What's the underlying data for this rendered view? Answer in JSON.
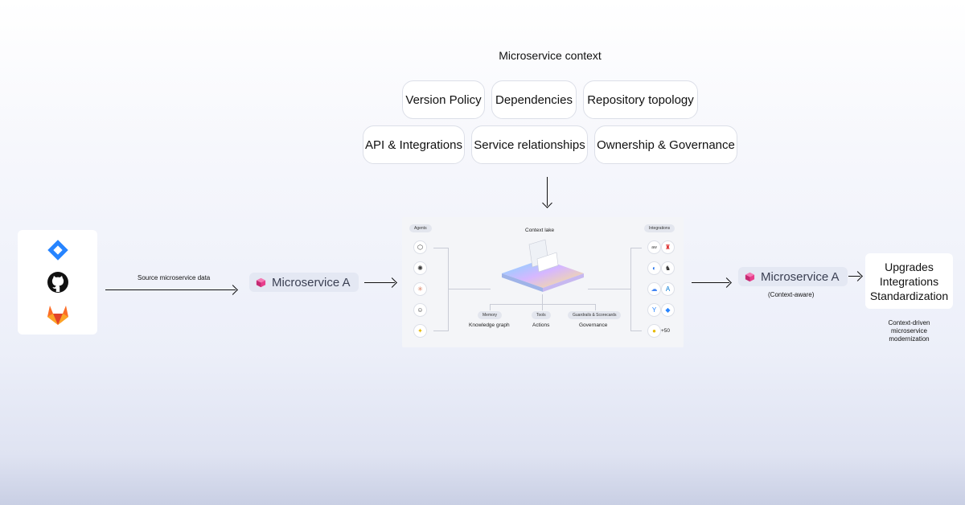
{
  "context": {
    "title": "Microservice context",
    "chips_row1": [
      "Version Policy",
      "Dependencies",
      "Repository topology"
    ],
    "chips_row2": [
      "API & Integrations",
      "Service relationships",
      "Ownership & Governance"
    ]
  },
  "sources": {
    "logos": [
      "jira-icon",
      "github-icon",
      "gitlab-icon"
    ],
    "arrow_label": "Source microservice data"
  },
  "microservice_in": {
    "label": "Microservice A",
    "icon": "cube-icon"
  },
  "context_lake": {
    "title": "Context lake",
    "agents_label": "Agents",
    "integrations_label": "Integrations",
    "integrations_more": "+50",
    "pillars": [
      {
        "tag": "Memory",
        "label": "Knowledge graph"
      },
      {
        "tag": "Tools",
        "label": "Actions"
      },
      {
        "tag": "Guardrails & Scorecards",
        "label": "Governance"
      }
    ]
  },
  "microservice_out": {
    "label": "Microservice A",
    "caption": "(Context-aware)",
    "icon": "cube-icon"
  },
  "result": {
    "lines": [
      "Upgrades",
      "Integrations",
      "Standardization"
    ],
    "caption_lines": [
      "Context-driven",
      "microservice",
      "modernization"
    ]
  },
  "colors": {
    "accent_pink": "#e83e8c",
    "jira_blue": "#2684ff",
    "gitlab_orange": "#fc6d26"
  }
}
